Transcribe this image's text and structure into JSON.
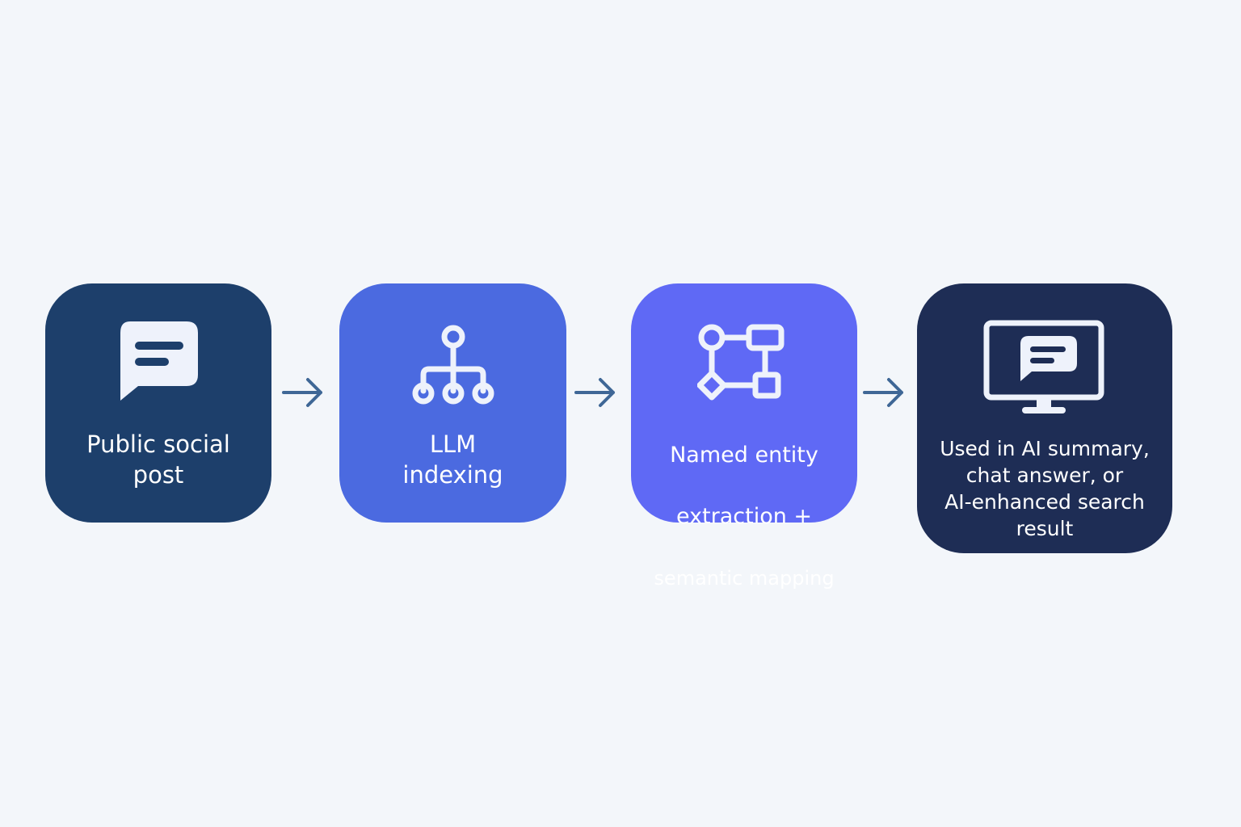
{
  "colors": {
    "background": "#f3f6fa",
    "card_1": "#1d3f6b",
    "card_2": "#4b6ae0",
    "card_3": "#5f69f5",
    "card_4": "#1e2d55",
    "arrow": "#3f6796",
    "icon": "#eef2fb"
  },
  "steps": [
    {
      "label": "Public social\npost",
      "icon": "chat-bubble-icon"
    },
    {
      "label": "LLM\nindexing",
      "icon": "hierarchy-tree-icon"
    },
    {
      "label_line1": "Named entity",
      "label_line2": "extraction +",
      "label_line3": "semantic mapping",
      "icon": "entity-graph-icon"
    },
    {
      "label": "Used in AI summary,\nchat answer, or\nAI-enhanced search\nresult",
      "icon": "monitor-chat-icon"
    }
  ],
  "arrows": [
    {
      "icon": "arrow-right-icon"
    },
    {
      "icon": "arrow-right-icon"
    },
    {
      "icon": "arrow-right-icon"
    }
  ]
}
